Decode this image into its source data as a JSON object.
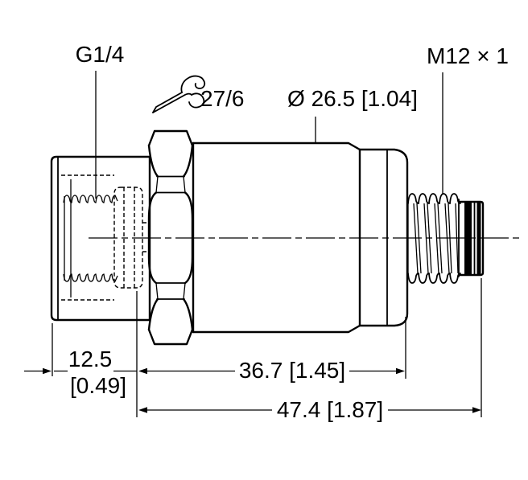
{
  "drawing": {
    "kind": "technical dimension drawing",
    "subject": "pressure sensor with G1/4 process connection and M12 x 1 connector",
    "colors": {
      "line": "#000000",
      "background": "#ffffff"
    }
  },
  "labels": {
    "process_thread": "G1/4",
    "wrench_size": "27/6",
    "body_diameter": "Ø 26.5 [1.04]",
    "connector_thread": "M12 × 1"
  },
  "dimensions": {
    "port_thread_depth": {
      "mm": "12.5",
      "inch": "[0.49]"
    },
    "housing_length": "36.7 [1.45]",
    "overall_length": "47.4 [1.87]"
  }
}
